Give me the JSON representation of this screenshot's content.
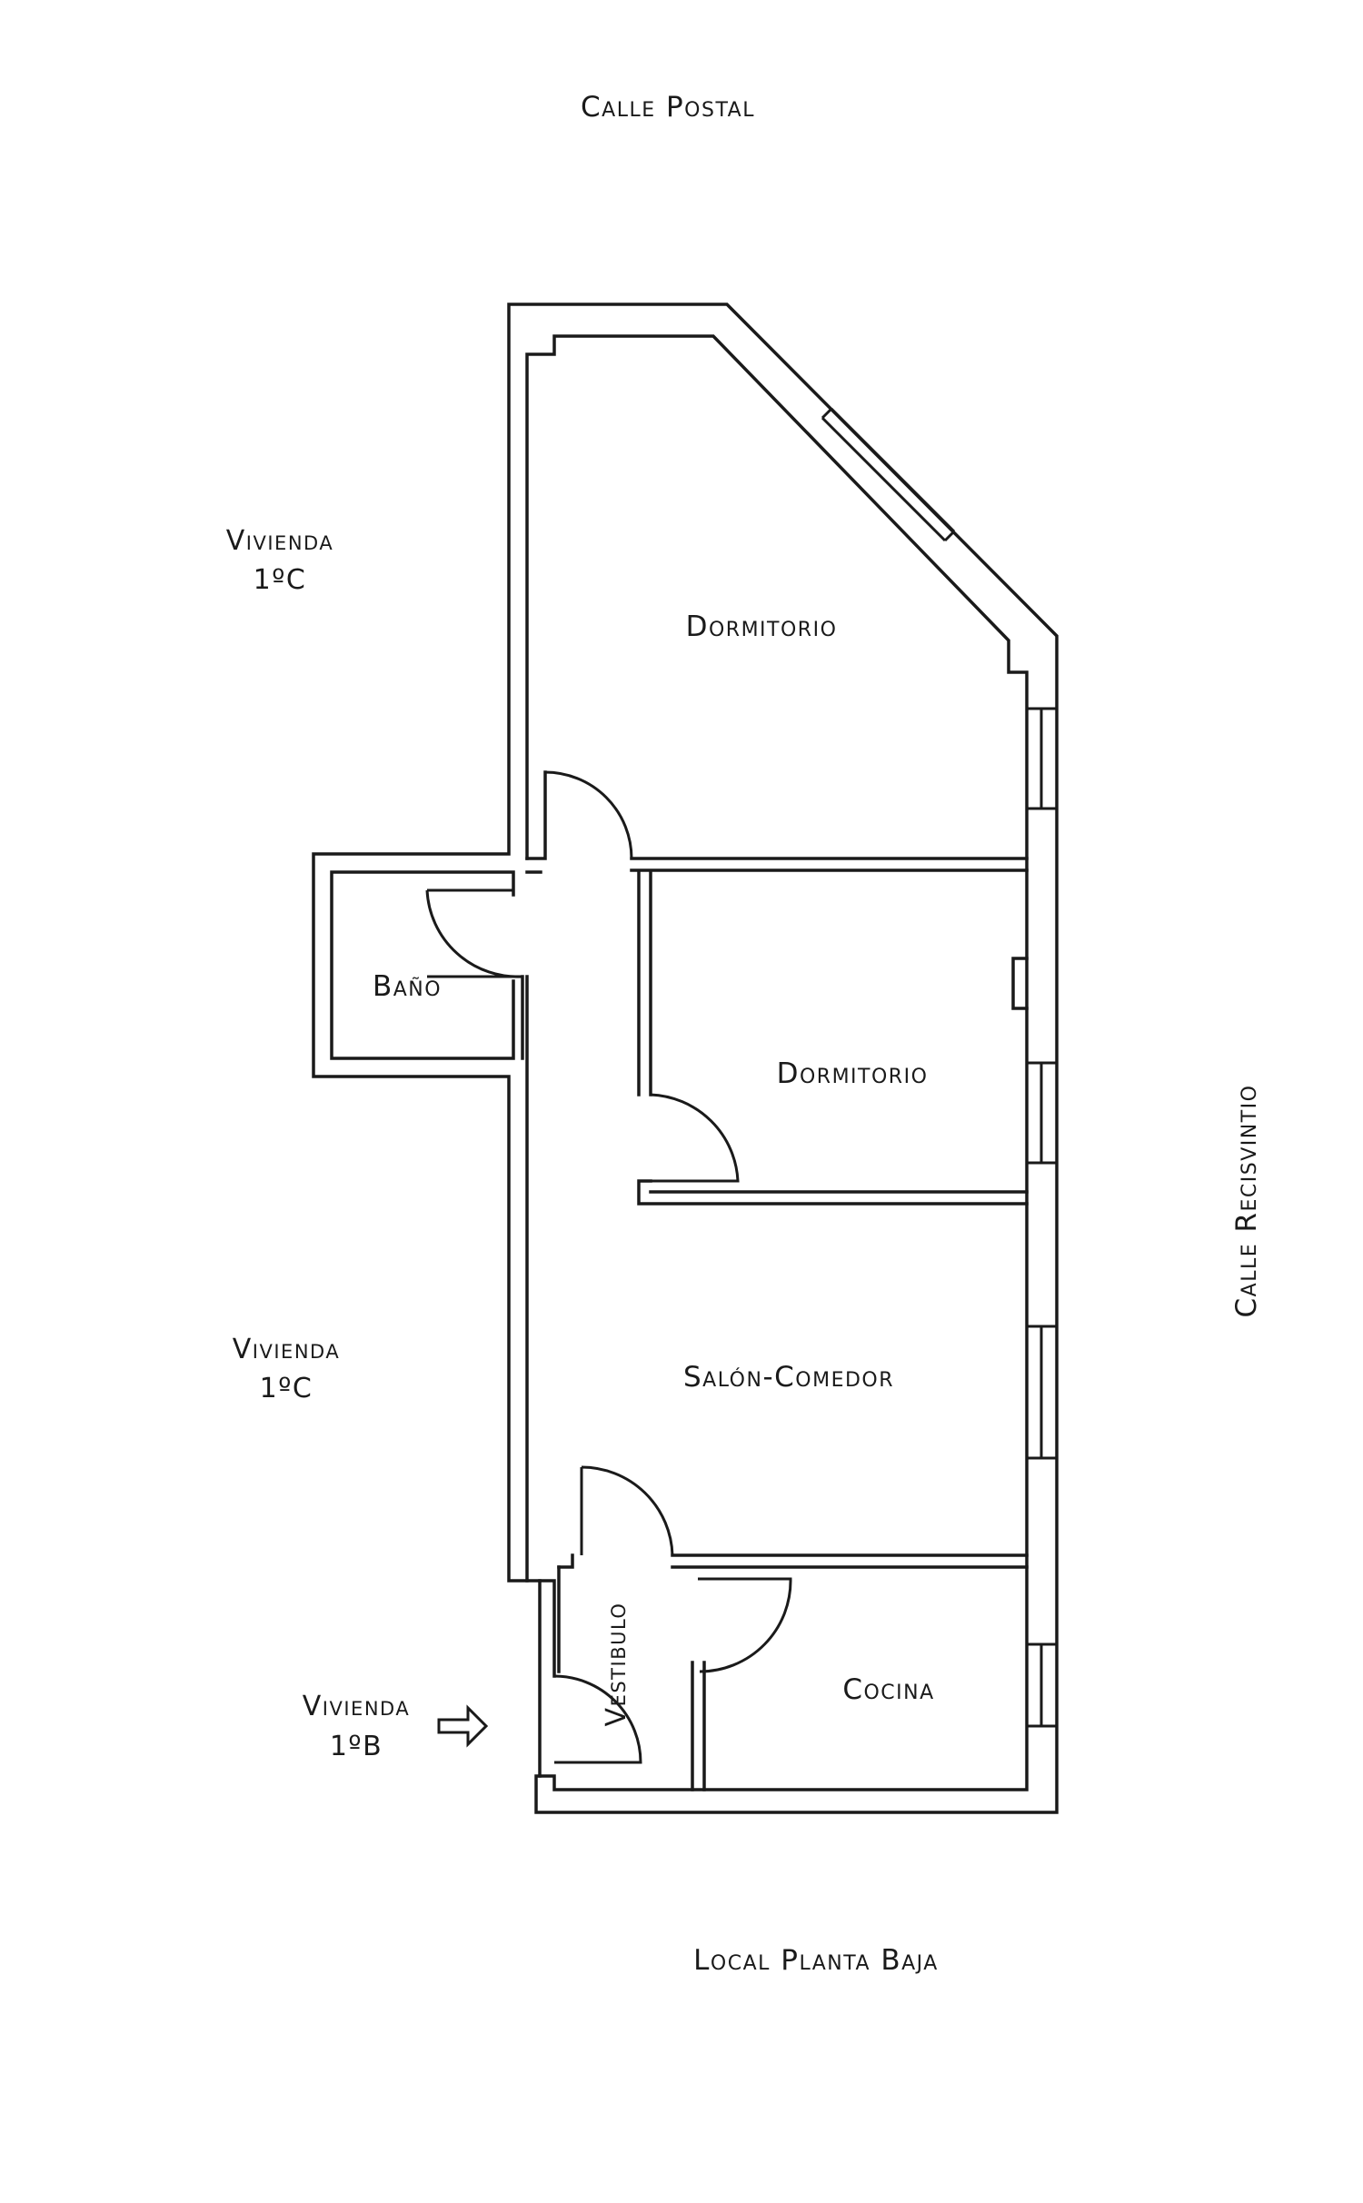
{
  "streets": {
    "north": "Calle Postal",
    "east": "Calle Recisvintio",
    "south": "Local Planta Baja"
  },
  "neighbors": [
    {
      "line1": "Vivienda",
      "line2": "1ºC"
    },
    {
      "line1": "Vivienda",
      "line2": "1ºC"
    },
    {
      "line1": "Vivienda",
      "line2": "1ºB"
    }
  ],
  "rooms": {
    "dormitorio_1": "Dormitorio",
    "dormitorio_2": "Dormitorio",
    "bano": "Baño",
    "salon": "Salón-Comedor",
    "vestibulo": "Vestibulo",
    "cocina": "Cocina"
  },
  "icons": {
    "entrance": "arrow-right-icon"
  },
  "colors": {
    "line": "#1a1a1a",
    "background": "#ffffff"
  }
}
